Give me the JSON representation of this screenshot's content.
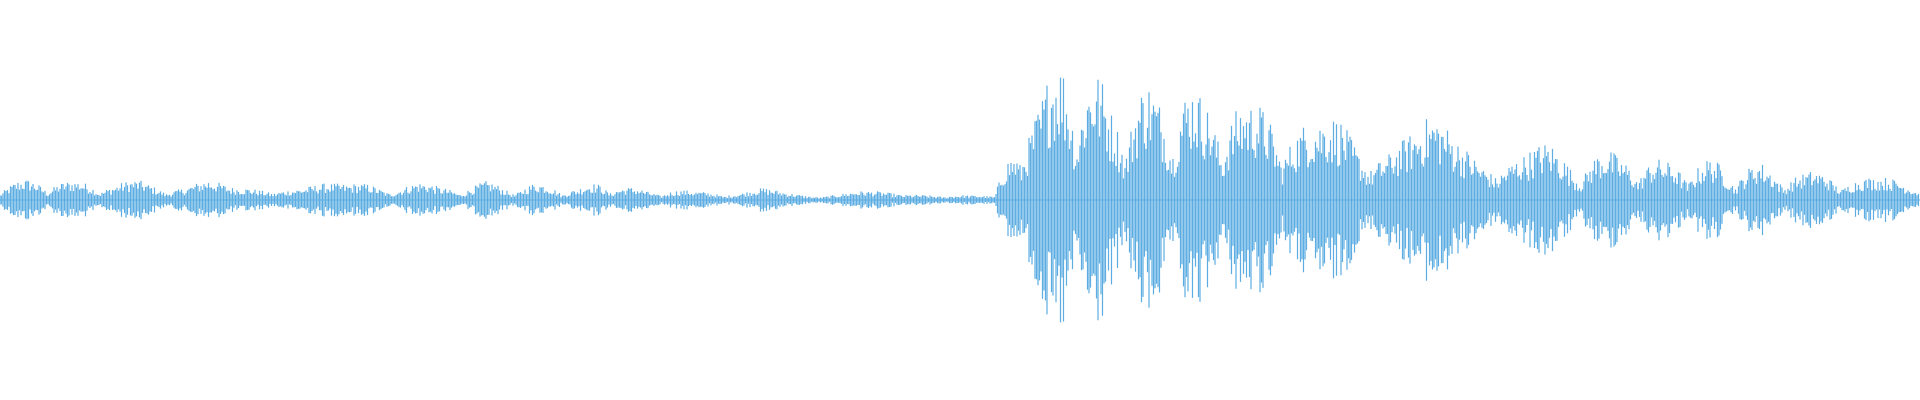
{
  "waveform": {
    "color": "#5DADE2",
    "background": "#ffffff",
    "amplitude_envelope": [
      0.1,
      0.12,
      0.13,
      0.11,
      0.12,
      0.1,
      0.12,
      0.11,
      0.09,
      0.12,
      0.08,
      0.1,
      0.11,
      0.09,
      0.1,
      0.09,
      0.12,
      0.1,
      0.11,
      0.08,
      0.09,
      0.11,
      0.08,
      0.1,
      0.09,
      0.07,
      0.12,
      0.08,
      0.06,
      0.07,
      0.05,
      0.06,
      0.05,
      0.07,
      0.05,
      0.04,
      0.05,
      0.06,
      0.05,
      0.03,
      0.04,
      0.05,
      0.03,
      0.02,
      0.55,
      0.62,
      0.95,
      0.9,
      0.58,
      0.72,
      0.66,
      0.78,
      0.6,
      0.7,
      0.55,
      0.65,
      0.52,
      0.46,
      0.55,
      0.48,
      0.4,
      0.42,
      0.5,
      0.38,
      0.33,
      0.36,
      0.3,
      0.34,
      0.28,
      0.32,
      0.26,
      0.3,
      0.22,
      0.25,
      0.24,
      0.2,
      0.22,
      0.19,
      0.16,
      0.18,
      0.15,
      0.13,
      0.14,
      0.12
    ]
  }
}
